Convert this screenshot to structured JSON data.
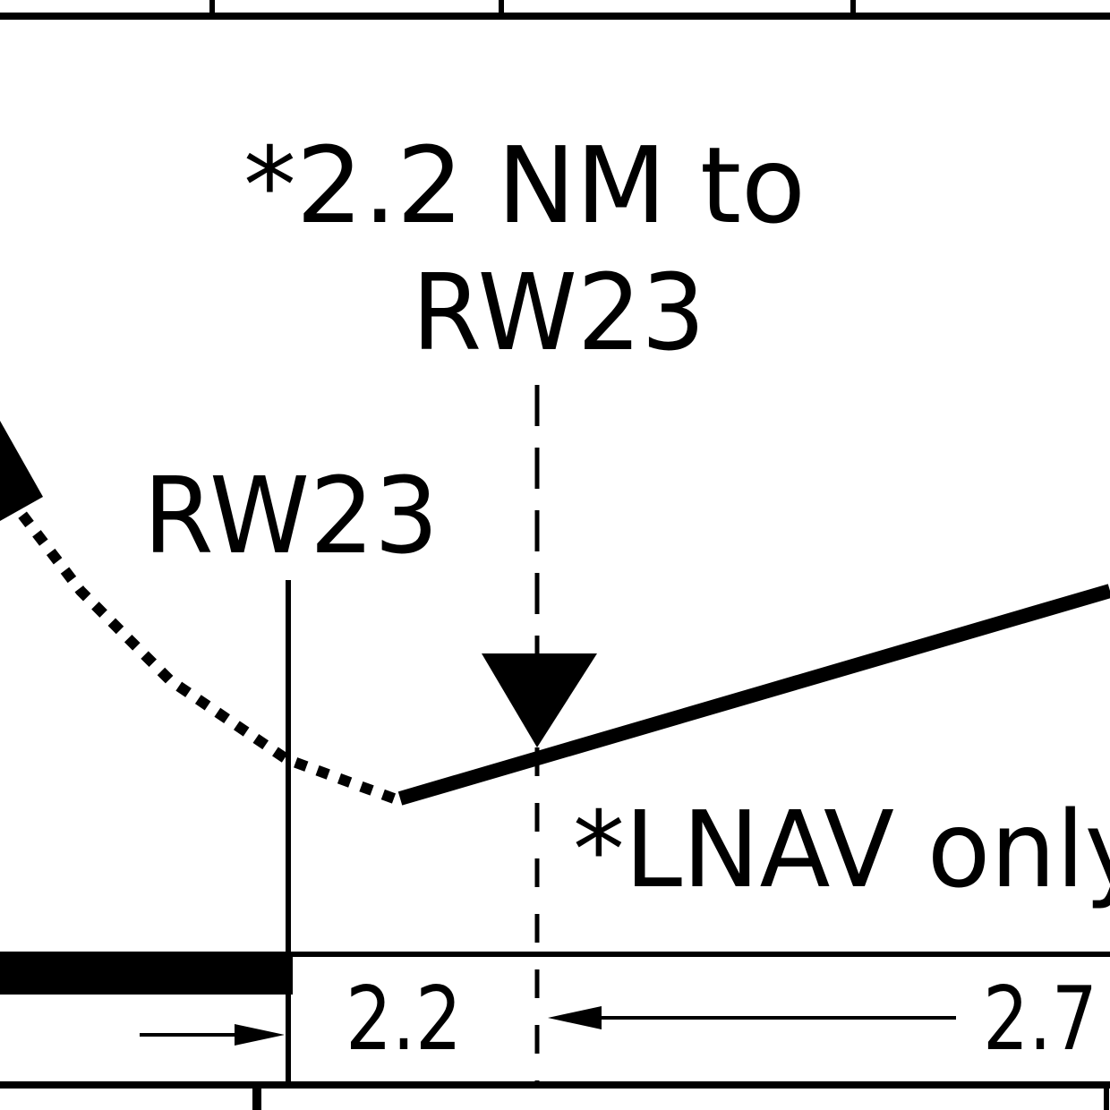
{
  "colors": {
    "ink": "#000000",
    "paper": "#ffffff"
  },
  "notes": {
    "vdp_line1": "*2.2 NM to",
    "vdp_line2": "RW23",
    "threshold_label": "RW23",
    "lnav_note": "*LNAV only"
  },
  "distances": {
    "segment_1": "2.2",
    "segment_2": "2.7"
  }
}
